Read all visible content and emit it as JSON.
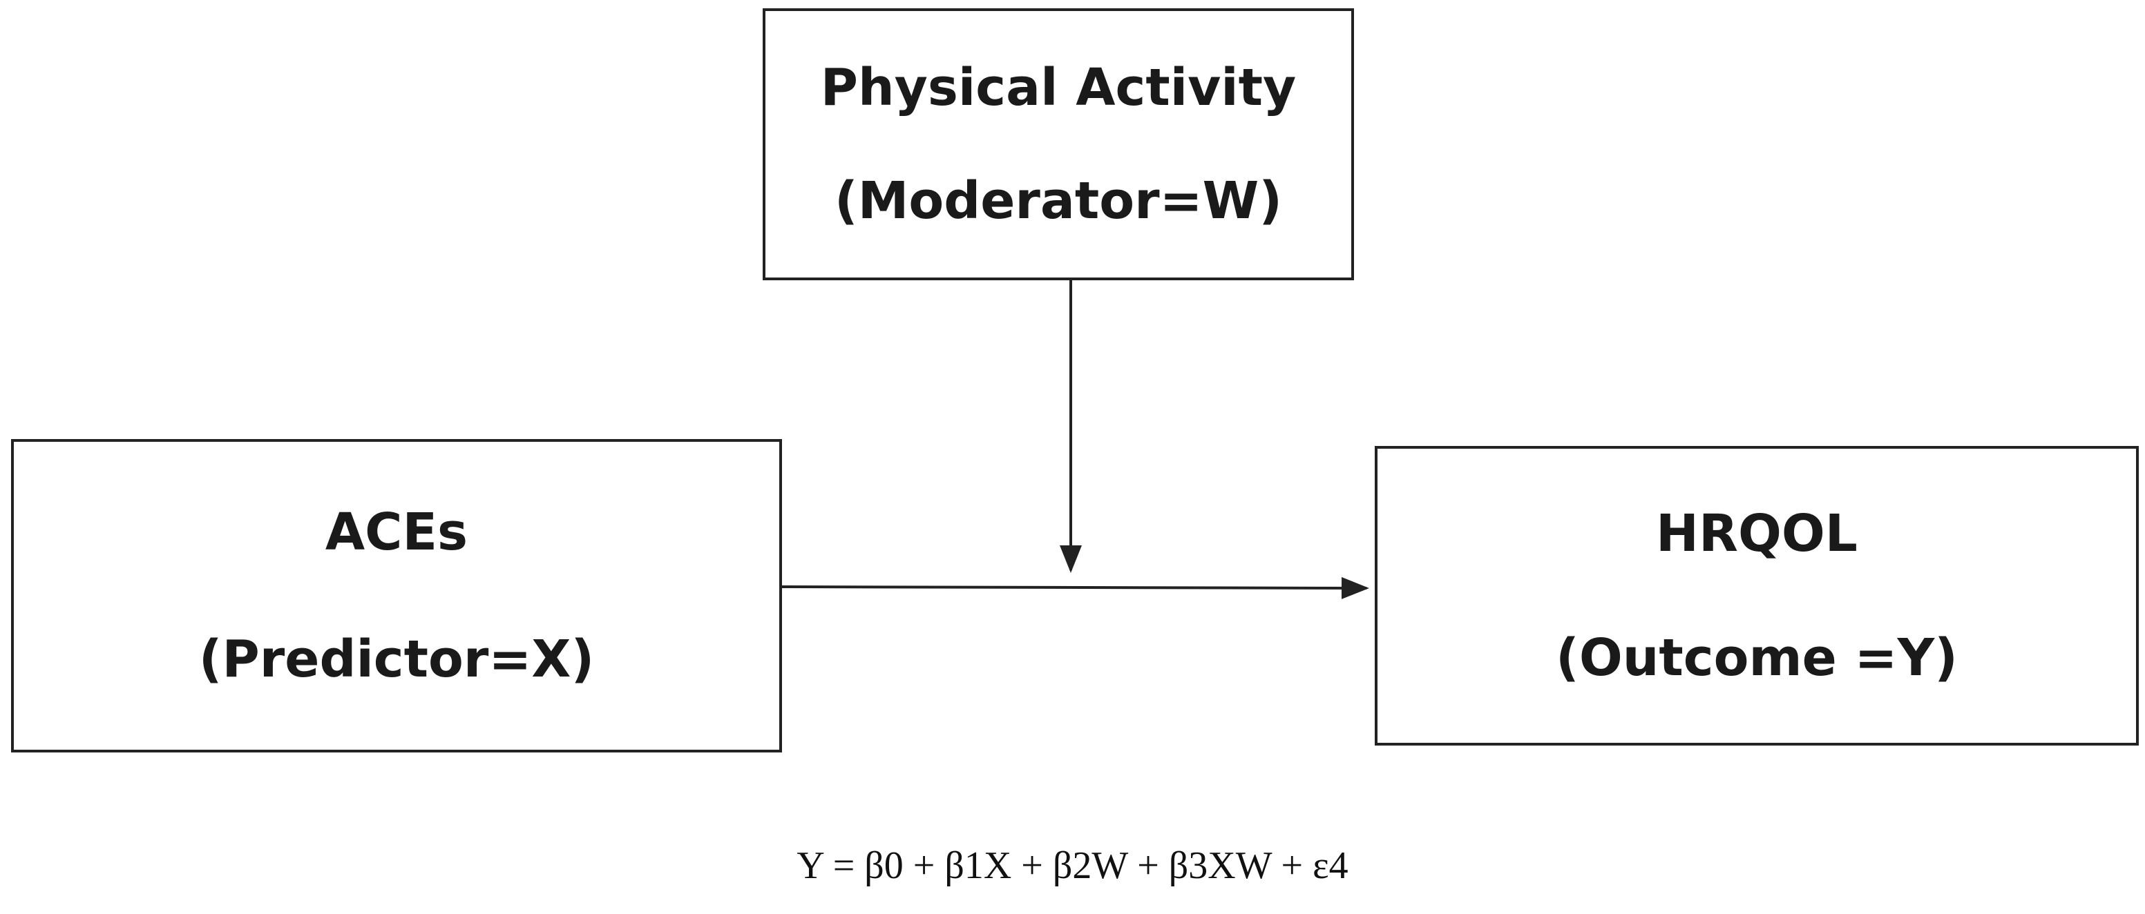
{
  "moderator": {
    "title": "Physical Activity",
    "subtitle": "(Moderator=W)"
  },
  "predictor": {
    "title": "ACEs",
    "subtitle": "(Predictor=X)"
  },
  "outcome": {
    "title": "HRQOL",
    "subtitle": "(Outcome =Y)"
  },
  "equation": "Y = β0 + β1X + β2W + β3XW + ε4",
  "colors": {
    "stroke": "#222222",
    "background": "#ffffff"
  }
}
